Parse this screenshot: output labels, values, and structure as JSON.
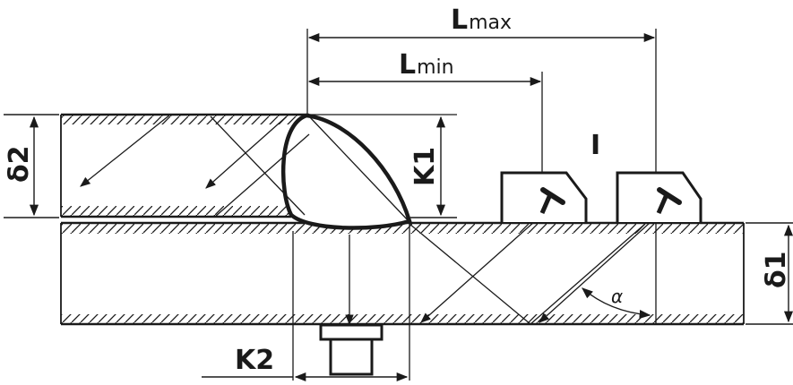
{
  "labels": {
    "lmax_main": "L",
    "lmax_sub": "max",
    "lmin_main": "L",
    "lmin_sub": "min",
    "delta2": "δ2",
    "delta1": "δ1",
    "k1": "K1",
    "k2": "K2",
    "position": "I",
    "angle": "α"
  },
  "colors": {
    "ink": "#1a1a1a",
    "background": "#ffffff"
  }
}
